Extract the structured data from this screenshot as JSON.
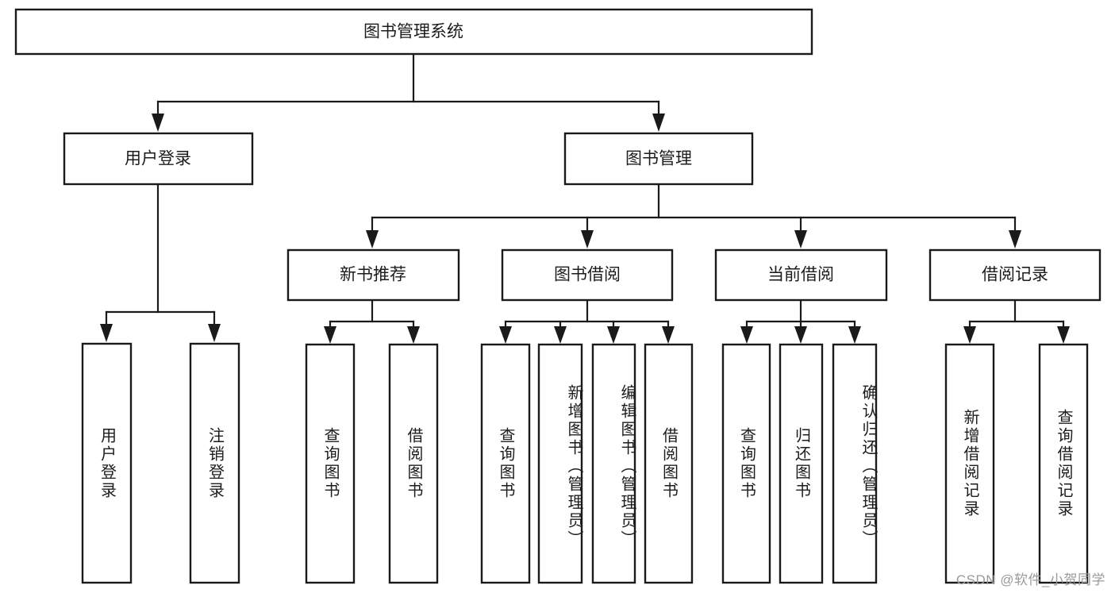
{
  "diagram": {
    "type": "tree-hierarchy",
    "title": "图书管理系统",
    "orientation": "top-down",
    "watermark": "CSDN @软件_小贺同学",
    "colors": {
      "box_fill": "#ffffff",
      "box_stroke": "#1a1a1a",
      "connector": "#1a1a1a",
      "text": "#1c1c1c",
      "watermark": "#9a9a9a",
      "background": "#ffffff"
    },
    "root": {
      "label": "图书管理系统",
      "level": 0
    },
    "level1": [
      {
        "label": "用户登录",
        "level": 1
      },
      {
        "label": "图书管理",
        "level": 1
      }
    ],
    "level2": [
      {
        "label": "新书推荐",
        "level": 2,
        "parent": "图书管理"
      },
      {
        "label": "图书借阅",
        "level": 2,
        "parent": "图书管理"
      },
      {
        "label": "当前借阅",
        "level": 2,
        "parent": "图书管理"
      },
      {
        "label": "借阅记录",
        "level": 2,
        "parent": "图书管理"
      }
    ],
    "leaves": {
      "user_login": [
        {
          "label": "用户登录"
        },
        {
          "label": "注销登录"
        }
      ],
      "new_book_recommend": [
        {
          "label": "查询图书"
        },
        {
          "label": "借阅图书"
        }
      ],
      "book_borrow": [
        {
          "label": "查询图书"
        },
        {
          "label": "新增图书（管理员）"
        },
        {
          "label": "编辑图书（管理员）"
        },
        {
          "label": "借阅图书"
        }
      ],
      "current_borrow": [
        {
          "label": "查询图书"
        },
        {
          "label": "归还图书"
        },
        {
          "label": "确认归还（管理员）"
        }
      ],
      "borrow_record": [
        {
          "label": "新增借阅记录"
        },
        {
          "label": "查询借阅记录"
        }
      ]
    }
  }
}
